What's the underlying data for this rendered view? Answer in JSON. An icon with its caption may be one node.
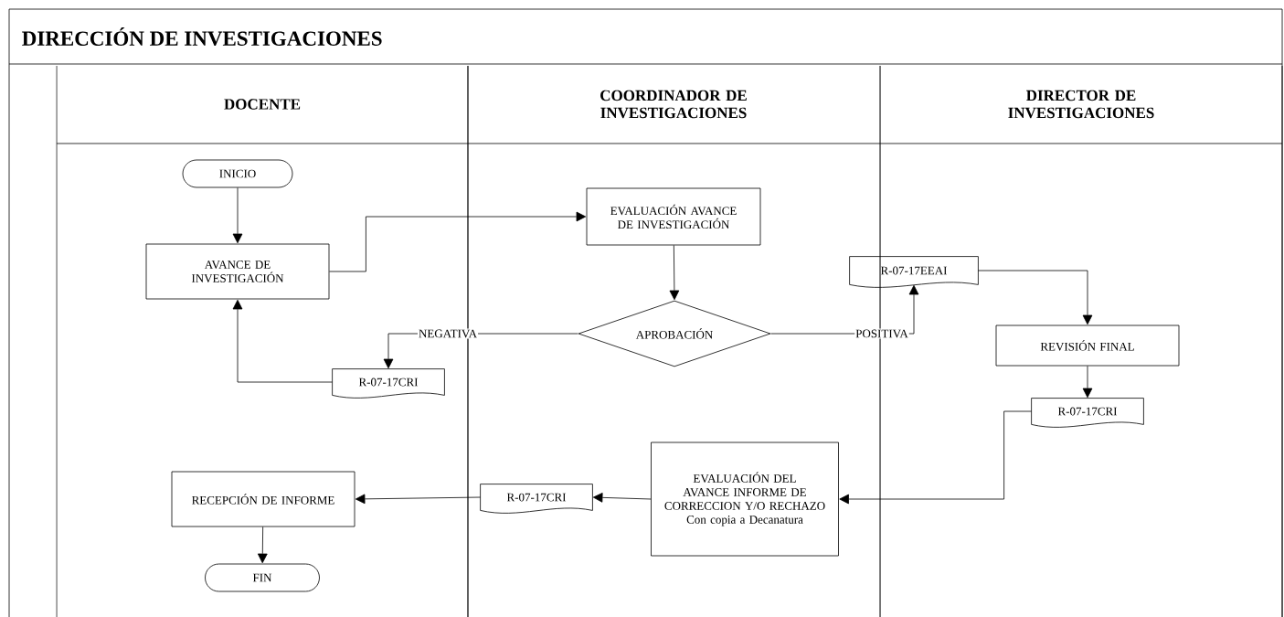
{
  "diagram": {
    "title": "DIRECCIÓN DE INVESTIGACIONES",
    "nodes": [
      {
        "text": [
          "DOCENTE"
        ]
      },
      {
        "text": [
          "COORDINADOR DE INVESTIGACIONES"
        ]
      },
      {
        "text": [
          "DIRECTOR DE INVESTIGACIONES"
        ]
      },
      {
        "text": [
          "INICIO"
        ],
        "in": 0
      },
      {
        "text": [
          "AVANCE DE INVESTIGACIÓN"
        ],
        "in": 0
      },
      {
        "text": [
          "EVALUACIÓN AVANCE DE INVESTIGACIÓN"
        ],
        "in": 1
      },
      {
        "text": [
          "APROBACIÓN"
        ],
        "in": 1
      },
      {
        "text": [
          "R-07-17CRI"
        ],
        "in": 0
      },
      {
        "text": [
          "R-07-17EEAI"
        ]
      },
      {
        "text": [
          "REVISIÓN FINAL"
        ],
        "in": 2
      },
      {
        "text": [
          "R-07-17CRI"
        ],
        "in": 2
      },
      {
        "text": [
          "EVALUACIÓN DEL AVANCE INFORME DE CORRECCION Y/O RECHAZO",
          "Con copia a Decanatura"
        ],
        "in": 1
      },
      {
        "text": [
          "R-07-17CRI"
        ],
        "in": 1
      },
      {
        "text": [
          "RECEPCIÓN DE INFORME"
        ],
        "in": 0
      },
      {
        "text": [
          "FIN"
        ],
        "in": 0
      }
    ],
    "edges": [
      {
        "from": 3,
        "to": 4,
        "arrow": "to"
      },
      {
        "from": 4,
        "to": 5,
        "arrow": "to"
      },
      {
        "from": 5,
        "to": 6,
        "arrow": "to"
      },
      {
        "from": 6,
        "to": 7,
        "arrow": "to",
        "label": "NEGATIVA"
      },
      {
        "from": 7,
        "to": 4,
        "arrow": "to"
      },
      {
        "from": 6,
        "to": 8,
        "arrow": "to",
        "label": "POSITIVA"
      },
      {
        "from": 8,
        "to": 9,
        "arrow": "to"
      },
      {
        "from": 9,
        "to": 10,
        "arrow": "to"
      },
      {
        "from": 10,
        "to": 11,
        "arrow": "to"
      },
      {
        "from": 11,
        "to": 12,
        "arrow": "to"
      },
      {
        "from": 12,
        "to": 13,
        "arrow": "to"
      },
      {
        "from": 13,
        "to": 14,
        "arrow": "to"
      }
    ]
  }
}
